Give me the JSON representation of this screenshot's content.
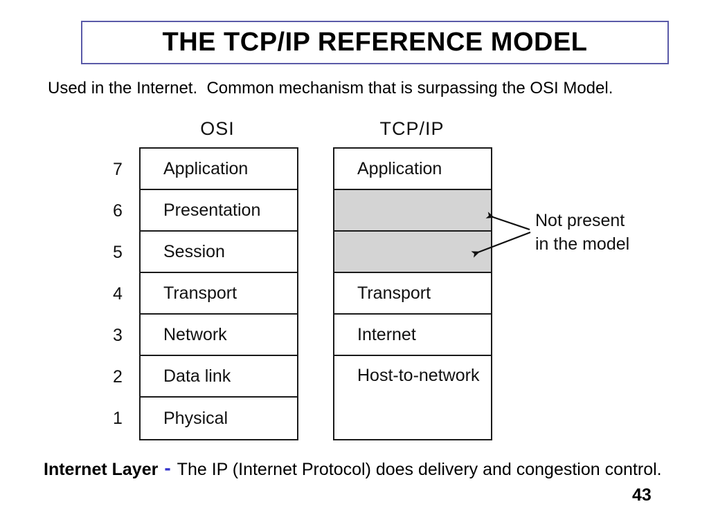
{
  "slide": {
    "title": "THE TCP/IP REFERENCE MODEL",
    "subtitle": "Used in the Internet.  Common mechanism that is surpassing the OSI Model.",
    "page_number": "43",
    "footer": {
      "term": "Internet Layer",
      "separator": "-",
      "text": "The IP (Internet Protocol) does delivery and congestion control."
    }
  },
  "diagram": {
    "osi": {
      "header": "OSI",
      "layers": [
        {
          "number": "7",
          "label": "Application"
        },
        {
          "number": "6",
          "label": "Presentation"
        },
        {
          "number": "5",
          "label": "Session"
        },
        {
          "number": "4",
          "label": "Transport"
        },
        {
          "number": "3",
          "label": "Network"
        },
        {
          "number": "2",
          "label": "Data link"
        },
        {
          "number": "1",
          "label": "Physical"
        }
      ]
    },
    "tcpip": {
      "header": "TCP/IP",
      "layers": [
        {
          "label": "Application",
          "present": true
        },
        {
          "label": "",
          "present": false
        },
        {
          "label": "",
          "present": false
        },
        {
          "label": "Transport",
          "present": true
        },
        {
          "label": "Internet",
          "present": true
        },
        {
          "label": "Host-to-network",
          "present": true
        }
      ]
    },
    "annotation": {
      "line1": "Not present",
      "line2": "in the model"
    }
  },
  "colors": {
    "title_border": "#5a5aa8",
    "missing_layer_fill": "#d4d4d4",
    "separator_blue": "#3333cc",
    "diagram_line": "#1a1a1a",
    "background": "#ffffff"
  }
}
